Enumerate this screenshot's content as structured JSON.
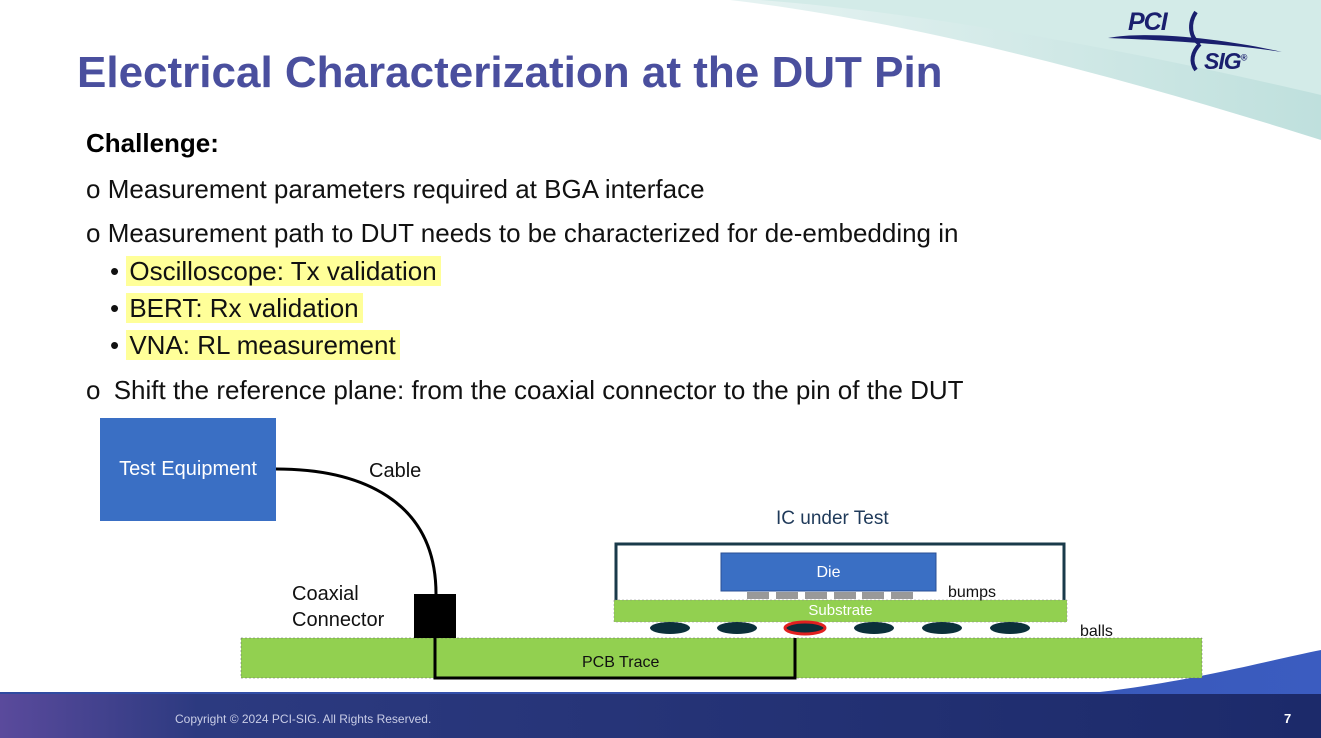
{
  "title": "Electrical Characterization at the DUT Pin",
  "challenge_label": "Challenge:",
  "bullets": [
    {
      "marker": "o",
      "text": "Measurement parameters required at BGA interface"
    },
    {
      "marker": "o",
      "text": "Measurement path to DUT needs to be characterized for de-embedding in"
    },
    {
      "marker": "o",
      "text": "Shift the reference plane: from the coaxial connector to the pin of the DUT"
    }
  ],
  "sub_bullets": [
    {
      "marker": "•",
      "text": "Oscilloscope: Tx validation"
    },
    {
      "marker": "•",
      "text": "BERT: Rx validation"
    },
    {
      "marker": "•",
      "text": "VNA: RL measurement"
    }
  ],
  "diagram": {
    "test_equipment": "Test Equipment",
    "cable": "Cable",
    "coaxial_connector_line1": "Coaxial",
    "coaxial_connector_line2": "Connector",
    "ic_under_test": "IC under Test",
    "die": "Die",
    "bumps": "bumps",
    "substrate": "Substrate",
    "balls": "balls",
    "pcb_trace": "PCB Trace"
  },
  "logo": {
    "top": "PCI",
    "bottom": "SIG",
    "registered": "®"
  },
  "footer": {
    "copyright": "Copyright © 2024 PCI-SIG. All Rights Reserved.",
    "page_number": "7"
  },
  "colors": {
    "title": "#4a4f9e",
    "highlight": "#ffff99",
    "test_equipment_box": "#3a6fc4",
    "die": "#3a6fc4",
    "pcb_green": "#92d050",
    "ball_color": "#0b2f3a",
    "highlight_ball": "#e02020"
  }
}
